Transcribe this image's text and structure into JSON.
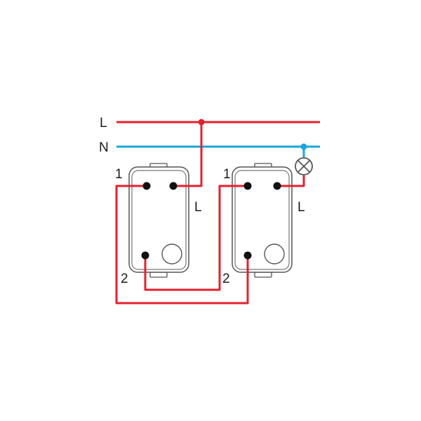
{
  "labels": {
    "live_line": "L",
    "neutral_line": "N",
    "switch_a_terminal_1": "1",
    "switch_a_terminal_2": "2",
    "switch_a_terminal_l": "L",
    "switch_b_terminal_1": "1",
    "switch_b_terminal_2": "2",
    "switch_b_terminal_l": "L"
  },
  "colors": {
    "live": "#e4202e",
    "neutral": "#19a4dc",
    "outline": "#555555"
  },
  "icons": {
    "lamp": "lamp-symbol-icon"
  }
}
